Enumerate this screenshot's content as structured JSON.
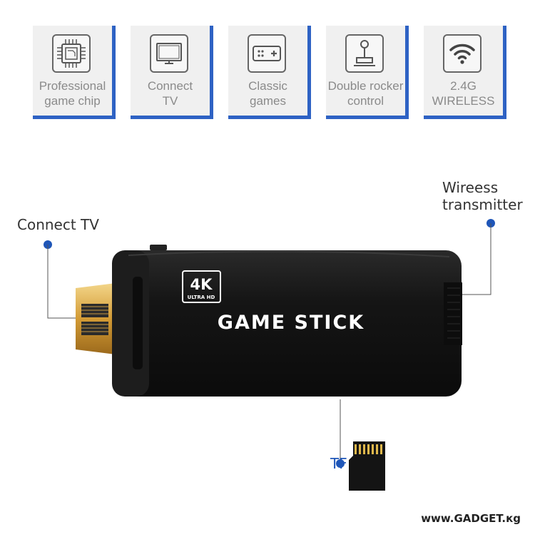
{
  "features": [
    {
      "icon": "chip-icon",
      "line1": "Professional",
      "line2": "game chip"
    },
    {
      "icon": "tv-icon",
      "line1": "Connect",
      "line2": "TV"
    },
    {
      "icon": "gamepad-icon",
      "line1": "Classic",
      "line2": "games"
    },
    {
      "icon": "joystick-icon",
      "line1": "Double rocker",
      "line2": "control"
    },
    {
      "icon": "wifi-icon",
      "line1": "2.4G",
      "line2": "WIRELESS"
    }
  ],
  "callouts": {
    "connect_tv": "Connect  TV",
    "wireless_line1": "Wireess",
    "wireless_line2": "transmitter",
    "tf": "TF"
  },
  "device": {
    "badge_main": "4K",
    "badge_sub": "ULTRA HD",
    "brand": "GAME STICK"
  },
  "footer": {
    "website": "www.GADGET.кg"
  },
  "colors": {
    "accent": "#2e62c4",
    "callout_dot": "#1f56b8",
    "device_body": "#141414",
    "hdmi_gold": "#d7a23f"
  }
}
